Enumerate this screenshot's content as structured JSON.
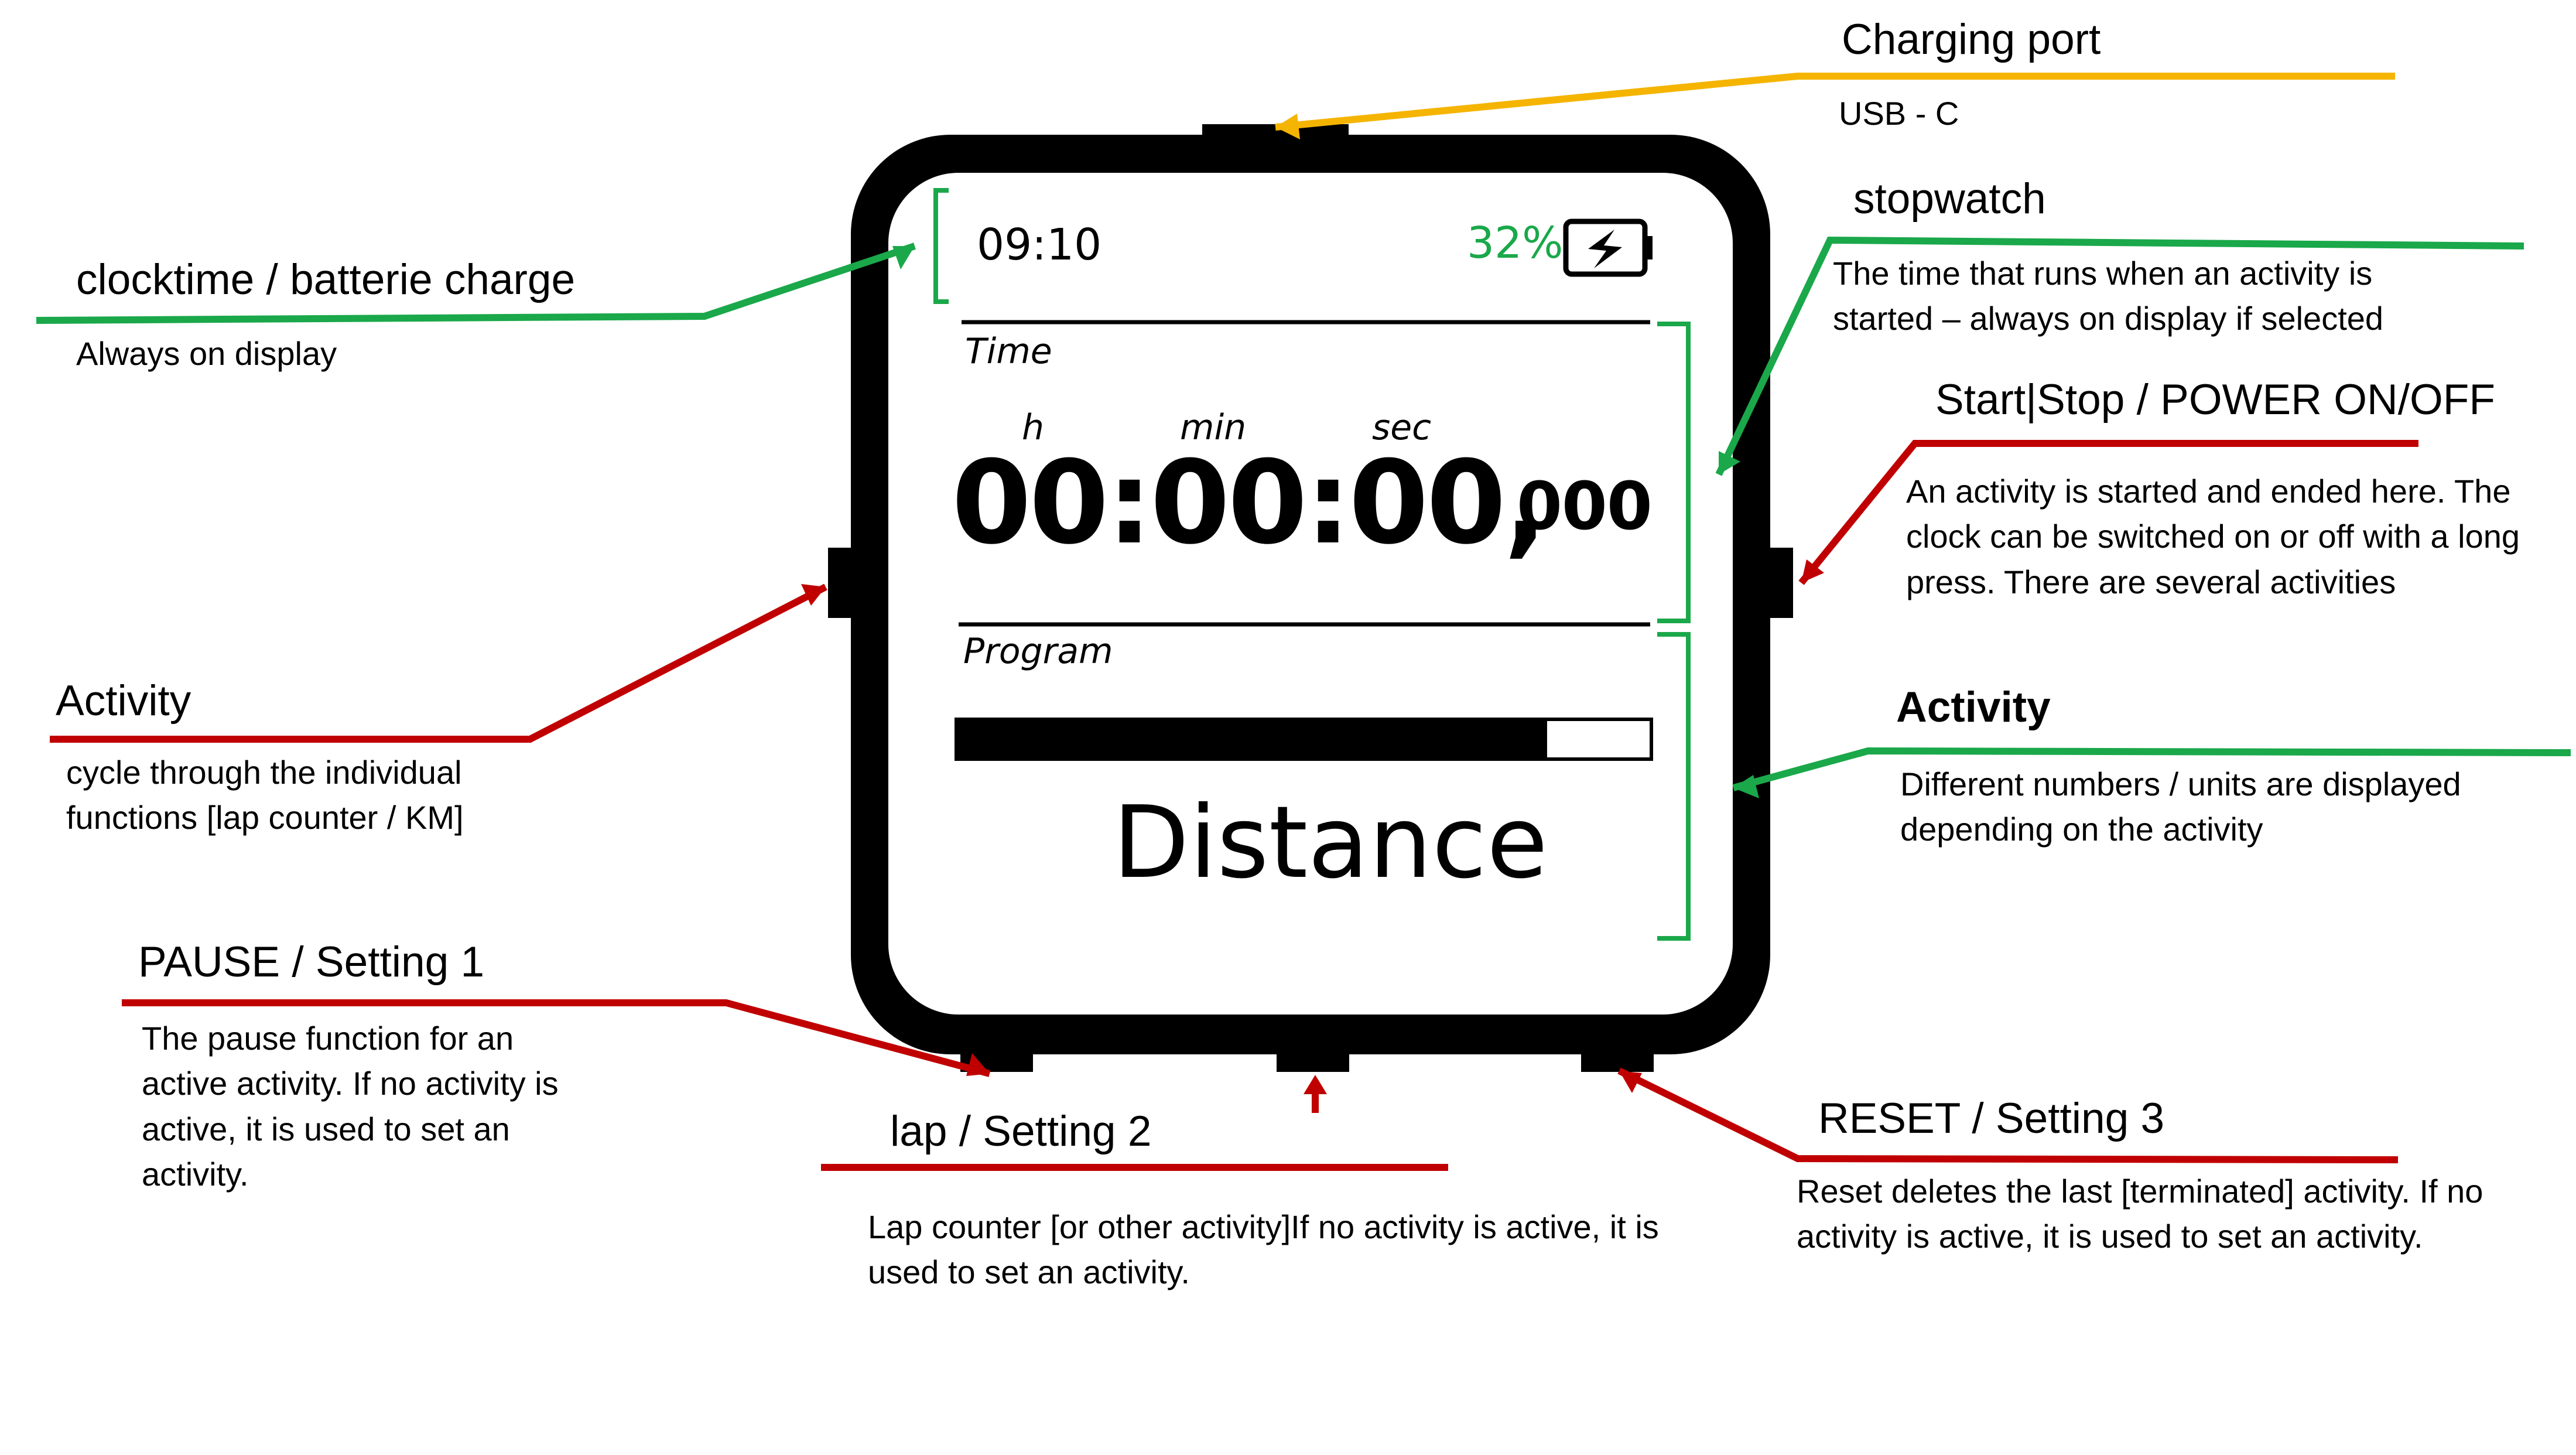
{
  "callouts": {
    "charging": {
      "title": "Charging port",
      "desc": "USB - C"
    },
    "clock": {
      "title": "clocktime / batterie charge",
      "desc": "Always on display"
    },
    "stopwatch": {
      "title": "stopwatch",
      "desc": "The time that runs when an activity is started – always on display if selected"
    },
    "start_stop": {
      "title": "Start|Stop / POWER ON/OFF",
      "desc": "An activity is started and ended here. The clock can be switched on or off with a long press. There are several activities"
    },
    "activity_left": {
      "title": "Activity",
      "desc": "cycle through the individual functions [lap counter / KM]"
    },
    "activity_right": {
      "title": "Activity",
      "desc": "Different numbers / units are displayed depending on the activity"
    },
    "pause": {
      "title": "PAUSE / Setting 1",
      "desc": "The pause function for an active activity. If no activity is active, it is used to set an activity."
    },
    "lap": {
      "title": "lap / Setting 2",
      "desc": "Lap counter [or other activity]If no activity is active, it is used to set an activity."
    },
    "reset": {
      "title": "RESET / Setting 3",
      "desc": "Reset deletes the last [terminated] activity. If no activity is active, it is used to set an activity."
    }
  },
  "screen": {
    "clock": "09:10",
    "battery_percent": "32%",
    "battery_level": 0.32,
    "time_label": "Time",
    "unit_h": "h",
    "unit_min": "min",
    "unit_sec": "sec",
    "stopwatch_value": "00:00:00,",
    "stopwatch_ms": "000",
    "program_label": "Program",
    "progress_fraction": 0.85,
    "program_name": "Distance"
  },
  "colors": {
    "yellow": "#f5b400",
    "green": "#1aa84a",
    "red": "#c00000",
    "device": "#000000",
    "screen": "#ffffff"
  },
  "icons": [
    "battery-icon",
    "lightning-icon"
  ]
}
